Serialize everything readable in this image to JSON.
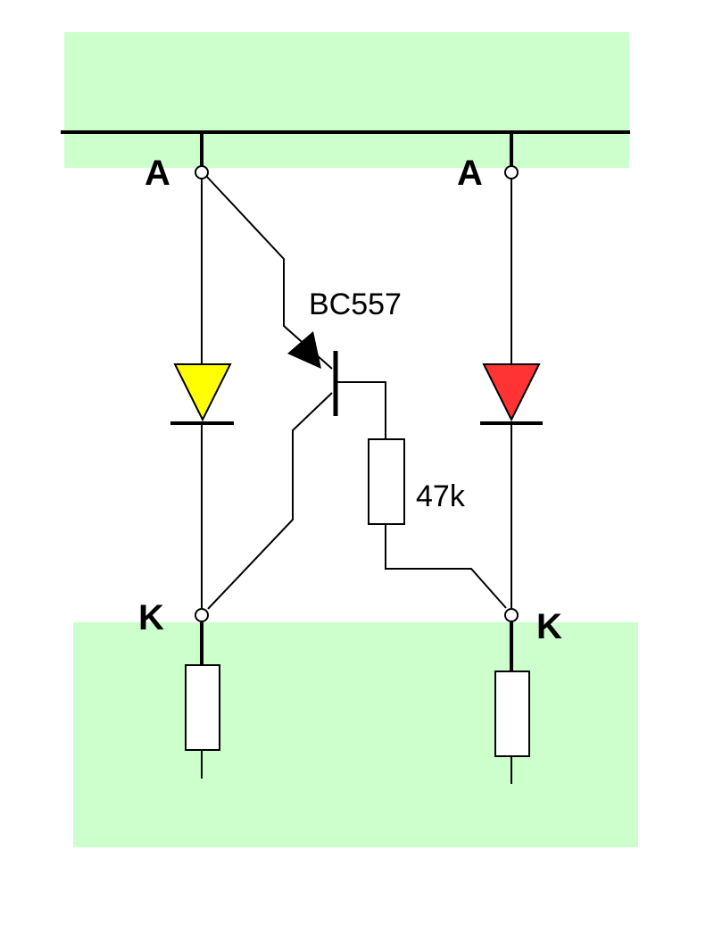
{
  "labels": {
    "anode_left": "A",
    "anode_right": "A",
    "cathode_left": "K",
    "cathode_right": "K",
    "transistor": "BC557",
    "resistor": "47k"
  },
  "colors": {
    "background_zone": "#ccffcc",
    "led_left": "#ffff00",
    "led_right": "#ff3333",
    "line": "#000000"
  }
}
